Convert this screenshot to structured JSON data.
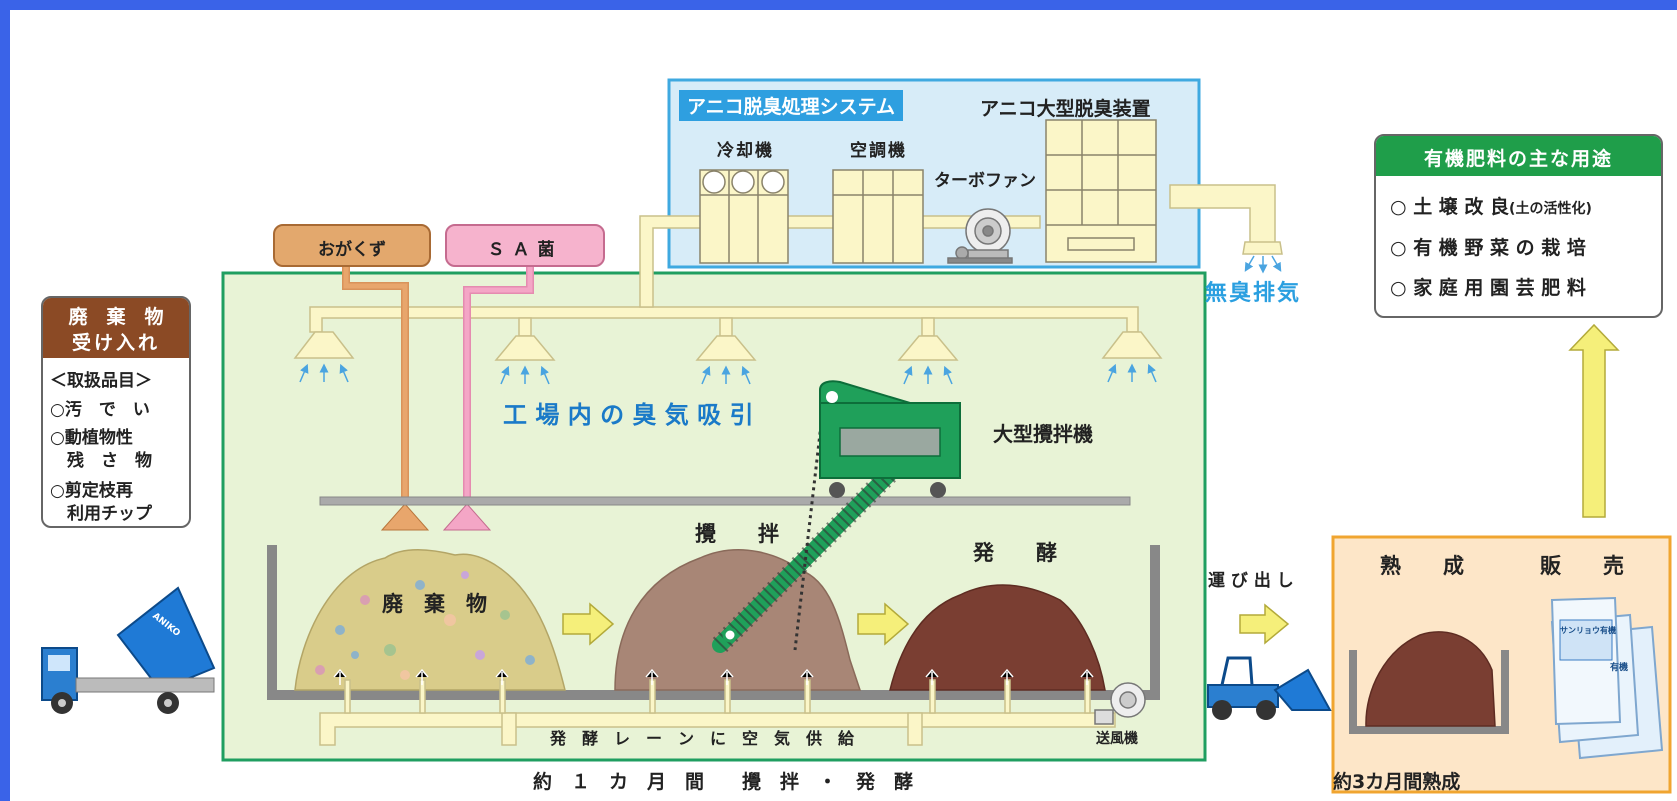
{
  "system": {
    "title": "アニコ脱臭処理システム",
    "large_deodorizer": "アニコ大型脱臭装置",
    "cooler": "冷却機",
    "aircon": "空調機",
    "turbofan": "ターボファン",
    "odorless_exhaust": "無臭排気"
  },
  "inputs": {
    "sawdust": "おがくず",
    "sa_bacteria": "ＳＡ菌"
  },
  "intake": {
    "title_line1": "廃　棄　物",
    "title_line2": "受け入れ",
    "items_header": "＜取扱品目＞",
    "item1": "○汚　で　い",
    "item2_line1": "○動植物性",
    "item2_line2": "　残　さ　物",
    "item3_line1": "○剪定枝再",
    "item3_line2": "　利用チップ"
  },
  "factory": {
    "odor_suction": "工 場 内 の 臭 気 吸 引",
    "mixer": "大型攪拌機",
    "waste": "廃　棄　物",
    "stirring": "攪　　拌",
    "fermentation": "発　　酵",
    "air_supply": "発　酵　レ　ー　ン　に　空　気　供　給",
    "blower": "送風機",
    "duration": "約　１　カ　月　間　　攪　拌　・　発　酵"
  },
  "transport": {
    "carry_out": "運 び 出 し",
    "truck_brand": "ANIKO"
  },
  "maturation": {
    "ripening": "熟　　成",
    "sales": "販　　売",
    "duration": "約3カ月間熟成",
    "bag_label": "サンリョウ有機",
    "bag_label_short": "有機"
  },
  "uses": {
    "title": "有機肥料の主な用途",
    "item1_main": "○ 土 壌 改 良",
    "item1_note": "(土の活性化)",
    "item2": "○ 有 機 野 菜 の 栽 培",
    "item3": "○ 家 庭 用 園 芸 肥 料"
  },
  "colors": {
    "frame": "#3a63e8",
    "factory_bg": "#e8f3d6",
    "factory_border": "#1f9e60",
    "system_bg": "#d7ecf8",
    "system_border": "#3fa9e0",
    "duct": "#fbf6c8",
    "mixer_green": "#1fa05a",
    "uses_green": "#1f9e4a",
    "intake_brown": "#8b4a25",
    "maturation_border": "#f0a530",
    "suction_blue": "#1a7ac8"
  }
}
